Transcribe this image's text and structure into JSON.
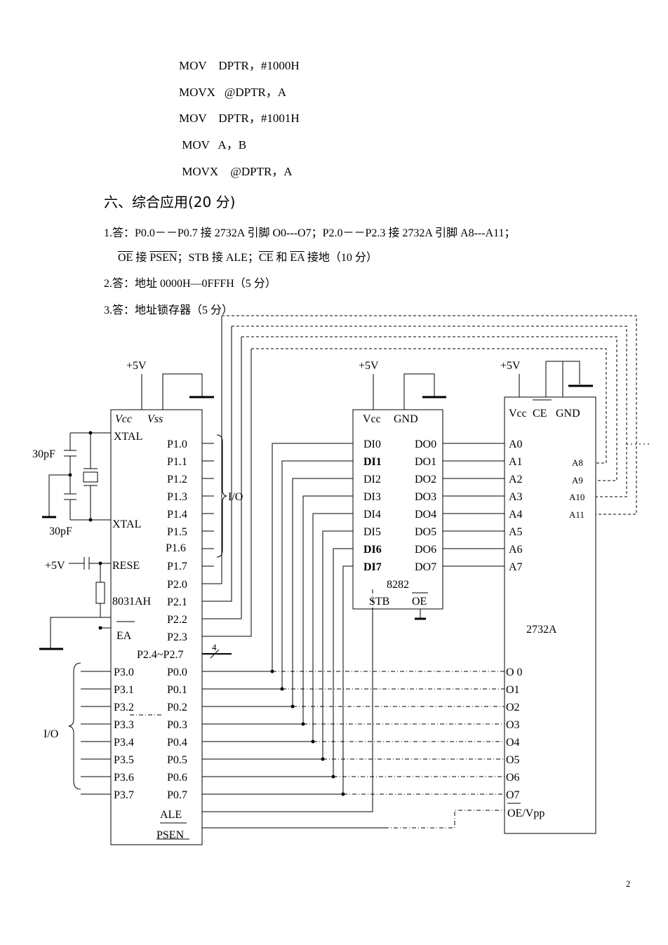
{
  "code_lines": [
    "MOV    DPTR，#1000H",
    "MOVX   @DPTR，A",
    "MOV    DPTR，#1001H",
    " MOV   A，B",
    " MOVX    @DPTR，A"
  ],
  "section_heading": "六、综合应用(20 分)",
  "answer1": {
    "line1": "1.答：P0.0－－P0.7 接 2732A 引脚 O0---O7；P2.0－－P2.3 接 2732A 引脚 A8---A11；",
    "oe": "OE",
    "jie": " 接 ",
    "psen": "PSEN",
    "stb": "；STB 接 ALE；",
    "ce": "CE",
    "he": " 和 ",
    "ea": "EA",
    "tail": " 接地（10 分）"
  },
  "answer2": "2.答：地址 0000H—0FFFH（5 分）",
  "answer3": "3.答：地址锁存器（5 分）",
  "diagram": {
    "supply_5v": "+5V",
    "mcu": {
      "name": "8031AH",
      "vcc": "Vcc",
      "vss": "Vss",
      "xtal": "XTAL",
      "rese": "RESE",
      "ea": "EA",
      "ale": "ALE",
      "psen": "PSEN",
      "p24": "P2.4~P2.7",
      "bus_width": "4",
      "right_pins": [
        "P1.0",
        "P1.1",
        "P1.2",
        "P1.3",
        "P1.4",
        "P1.5",
        "P1.6",
        "P1.7",
        "P2.0",
        "P2.1",
        "P2.2",
        "P2.3"
      ],
      "p0_pins": [
        "P0.0",
        "P0.1",
        "P0.2",
        "P0.3",
        "P0.4",
        "P0.5",
        "P0.6",
        "P0.7"
      ],
      "p3_pins": [
        "P3.0",
        "P3.1",
        "P3.2",
        "P3.3",
        "P3.4",
        "P3.5",
        "P3.6",
        "P3.7"
      ]
    },
    "cap_label": "30pF",
    "io_label": "I/O",
    "latch": {
      "name": "8282",
      "vcc": "Vcc",
      "gnd": "GND",
      "stb": "STB",
      "oe": "OE",
      "di": [
        "DI0",
        "DI1",
        "DI2",
        "DI3",
        "DI4",
        "DI5",
        "DI6",
        "DI7"
      ],
      "do": [
        "DO0",
        "DO1",
        "DO2",
        "DO3",
        "DO4",
        "DO5",
        "DO6",
        "DO7"
      ]
    },
    "eprom": {
      "name": "2732A",
      "vcc": "Vcc",
      "ce": "CE",
      "gnd": "GND",
      "a_low": [
        "A0",
        "A1",
        "A2",
        "A3",
        "A4",
        "A5",
        "A6",
        "A7"
      ],
      "a_high": [
        "A8",
        "A9",
        "A10",
        "A11"
      ],
      "o": [
        "O 0",
        "O1",
        "O2",
        "O3",
        "O4",
        "O5",
        "O6",
        "O7"
      ],
      "oe_vpp": "OE/Vpp"
    }
  },
  "page_number": "2"
}
